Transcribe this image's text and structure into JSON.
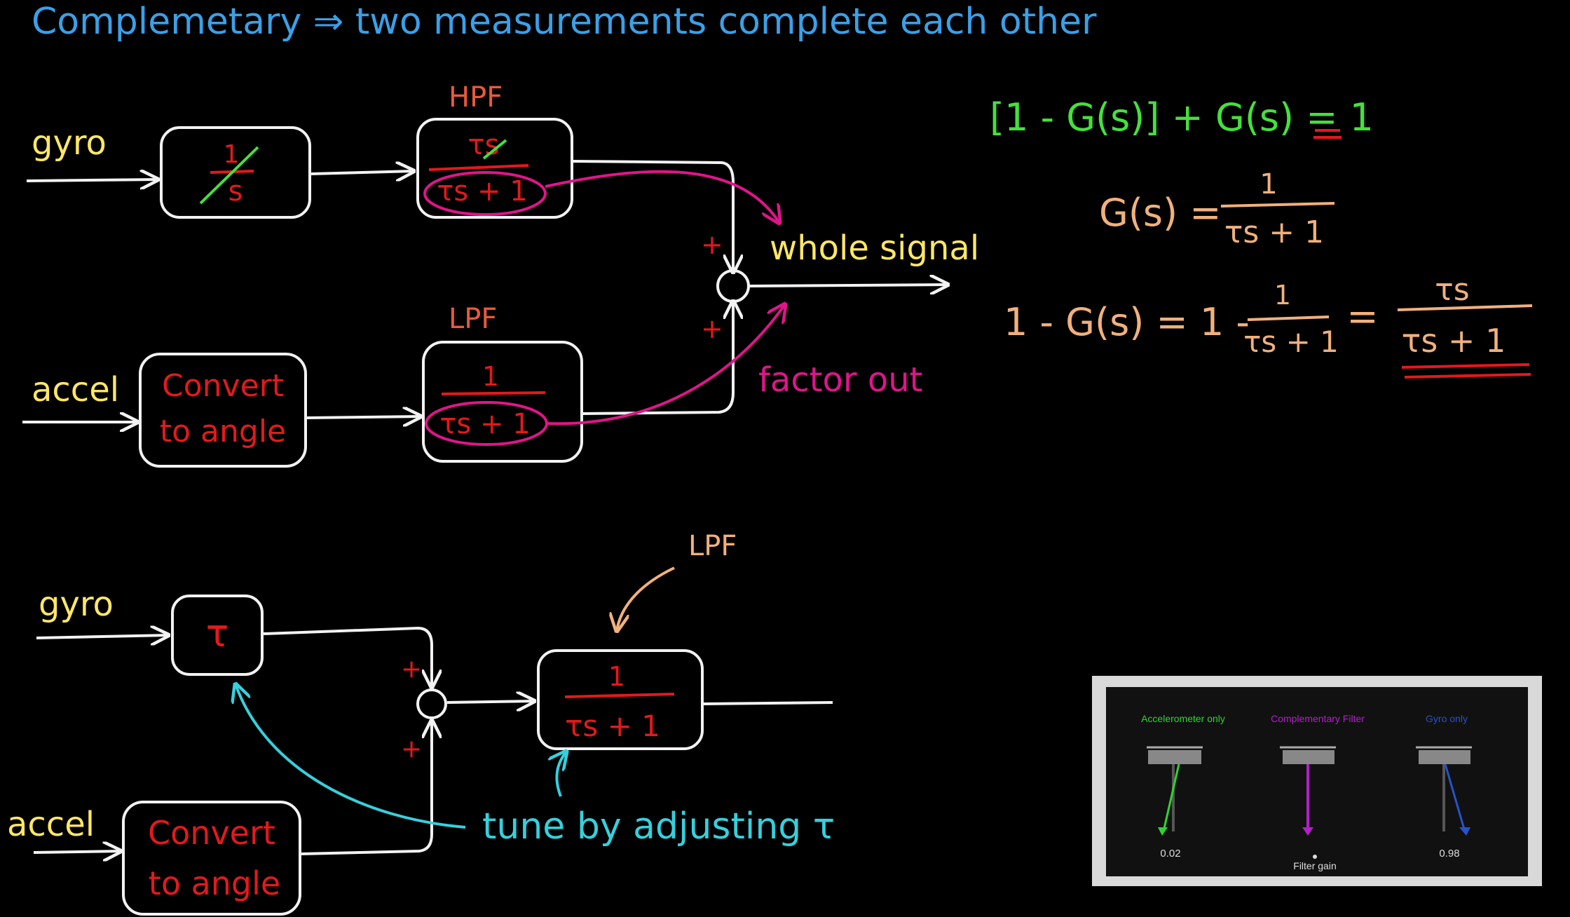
{
  "colors": {
    "background": "#000000",
    "title": "#3aa0e8",
    "white": "#f2f2f2",
    "yellow": "#ffe766",
    "red": "#e3191c",
    "green": "#45e03d",
    "orange": "#f1b07c",
    "magenta": "#e0148a",
    "cyan": "#35d0dc",
    "thumb_green": "#2fd42f",
    "thumb_magenta": "#b21fc9",
    "thumb_blue": "#2553c9"
  },
  "title": "Complemetary ⇒ two measurements complete each other",
  "top": {
    "gyro_label": "gyro",
    "accel_label": "accel",
    "integrator": {
      "num": "1",
      "den": "s"
    },
    "hpf_label": "HPF",
    "hpf": {
      "num": "τs",
      "den": "τs + 1"
    },
    "lpf_label": "LPF",
    "lpf": {
      "num": "1",
      "den": "τs + 1"
    },
    "convert_line1": "Convert",
    "convert_line2": "to angle",
    "plus_top": "+",
    "plus_bottom": "+",
    "output_label": "whole signal",
    "factor_label": "factor out"
  },
  "equations": {
    "eq1": "[1 - G(s)] + G(s) = 1",
    "eq2_lhs": "G(s) =",
    "eq2_num": "1",
    "eq2_den": "τs + 1",
    "eq3_lhs": "1 - G(s) = 1 -",
    "eq3_mid_num": "1",
    "eq3_mid_den": "τs + 1",
    "eq3_eq": "=",
    "eq3_num": "τs",
    "eq3_den": "τs + 1"
  },
  "bottom": {
    "gyro_label": "gyro",
    "accel_label": "accel",
    "gain": "τ",
    "lpf_label": "LPF",
    "lpf": {
      "num": "1",
      "den": "τs + 1"
    },
    "convert_line1": "Convert",
    "convert_line2": "to angle",
    "plus_top": "+",
    "plus_bottom": "+",
    "tune_label": "tune by adjusting τ"
  },
  "thumbnail": {
    "label_accel": "Accelerometer only",
    "label_comp": "Complementary Filter",
    "label_gyro": "Gyro only",
    "gain_min": "0.02",
    "gain_max": "0.98",
    "slider_label": "Filter gain"
  }
}
